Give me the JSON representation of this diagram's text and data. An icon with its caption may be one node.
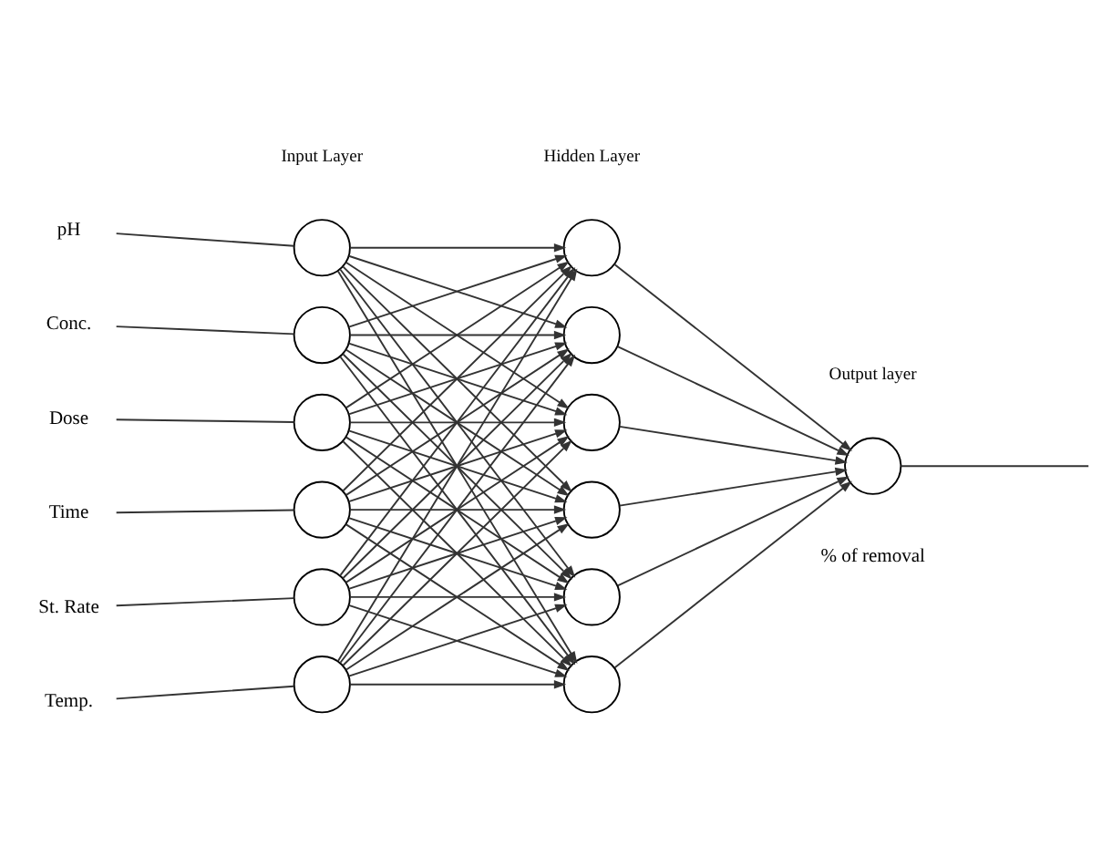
{
  "diagram": {
    "nodes": [
      {
        "text": [
          "pH"
        ]
      },
      {
        "text": [
          "Conc."
        ]
      },
      {
        "text": [
          "Dose"
        ]
      },
      {
        "text": [
          "Time"
        ]
      },
      {
        "text": [
          "St. Rate"
        ]
      },
      {
        "text": [
          "Temp."
        ]
      },
      {
        "text": [],
        "shape": "circle"
      },
      {
        "text": [],
        "shape": "circle"
      },
      {
        "text": [],
        "shape": "circle"
      },
      {
        "text": [],
        "shape": "circle"
      },
      {
        "text": [],
        "shape": "circle"
      },
      {
        "text": [],
        "shape": "circle"
      },
      {
        "text": [],
        "shape": "circle"
      },
      {
        "text": [],
        "shape": "circle"
      },
      {
        "text": [],
        "shape": "circle"
      },
      {
        "text": [],
        "shape": "circle"
      },
      {
        "text": [],
        "shape": "circle"
      },
      {
        "text": [],
        "shape": "circle"
      },
      {
        "text": [],
        "shape": "circle",
        "beside": [
          "% of removal"
        ]
      }
    ],
    "edges": [
      {
        "from": 0,
        "to": 6,
        "arrow": "none"
      },
      {
        "from": 1,
        "to": 7,
        "arrow": "none"
      },
      {
        "from": 2,
        "to": 8,
        "arrow": "none"
      },
      {
        "from": 3,
        "to": 9,
        "arrow": "none"
      },
      {
        "from": 4,
        "to": 10,
        "arrow": "none"
      },
      {
        "from": 5,
        "to": 11,
        "arrow": "none"
      },
      {
        "from": 6,
        "to": 12,
        "arrow": "to"
      },
      {
        "from": 6,
        "to": 13,
        "arrow": "to"
      },
      {
        "from": 6,
        "to": 14,
        "arrow": "to"
      },
      {
        "from": 6,
        "to": 15,
        "arrow": "to"
      },
      {
        "from": 6,
        "to": 16,
        "arrow": "to"
      },
      {
        "from": 6,
        "to": 17,
        "arrow": "to"
      },
      {
        "from": 7,
        "to": 12,
        "arrow": "to"
      },
      {
        "from": 7,
        "to": 13,
        "arrow": "to"
      },
      {
        "from": 7,
        "to": 14,
        "arrow": "to"
      },
      {
        "from": 7,
        "to": 15,
        "arrow": "to"
      },
      {
        "from": 7,
        "to": 16,
        "arrow": "to"
      },
      {
        "from": 7,
        "to": 17,
        "arrow": "to"
      },
      {
        "from": 8,
        "to": 12,
        "arrow": "to"
      },
      {
        "from": 8,
        "to": 13,
        "arrow": "to"
      },
      {
        "from": 8,
        "to": 14,
        "arrow": "to"
      },
      {
        "from": 8,
        "to": 15,
        "arrow": "to"
      },
      {
        "from": 8,
        "to": 16,
        "arrow": "to"
      },
      {
        "from": 8,
        "to": 17,
        "arrow": "to"
      },
      {
        "from": 9,
        "to": 12,
        "arrow": "to"
      },
      {
        "from": 9,
        "to": 13,
        "arrow": "to"
      },
      {
        "from": 9,
        "to": 14,
        "arrow": "to"
      },
      {
        "from": 9,
        "to": 15,
        "arrow": "to"
      },
      {
        "from": 9,
        "to": 16,
        "arrow": "to"
      },
      {
        "from": 9,
        "to": 17,
        "arrow": "to"
      },
      {
        "from": 10,
        "to": 12,
        "arrow": "to"
      },
      {
        "from": 10,
        "to": 13,
        "arrow": "to"
      },
      {
        "from": 10,
        "to": 14,
        "arrow": "to"
      },
      {
        "from": 10,
        "to": 15,
        "arrow": "to"
      },
      {
        "from": 10,
        "to": 16,
        "arrow": "to"
      },
      {
        "from": 10,
        "to": 17,
        "arrow": "to"
      },
      {
        "from": 11,
        "to": 12,
        "arrow": "to"
      },
      {
        "from": 11,
        "to": 13,
        "arrow": "to"
      },
      {
        "from": 11,
        "to": 14,
        "arrow": "to"
      },
      {
        "from": 11,
        "to": 15,
        "arrow": "to"
      },
      {
        "from": 11,
        "to": 16,
        "arrow": "to"
      },
      {
        "from": 11,
        "to": 17,
        "arrow": "to"
      },
      {
        "from": 12,
        "to": 18,
        "arrow": "to"
      },
      {
        "from": 13,
        "to": 18,
        "arrow": "to"
      },
      {
        "from": 14,
        "to": 18,
        "arrow": "to"
      },
      {
        "from": 15,
        "to": 18,
        "arrow": "to"
      },
      {
        "from": 16,
        "to": 18,
        "arrow": "to"
      },
      {
        "from": 17,
        "to": 18,
        "arrow": "to"
      },
      {
        "from": 18,
        "to": null,
        "arrow": "none"
      }
    ],
    "labels": [
      "Input Layer",
      "Hidden Layer",
      "Output layer"
    ]
  }
}
